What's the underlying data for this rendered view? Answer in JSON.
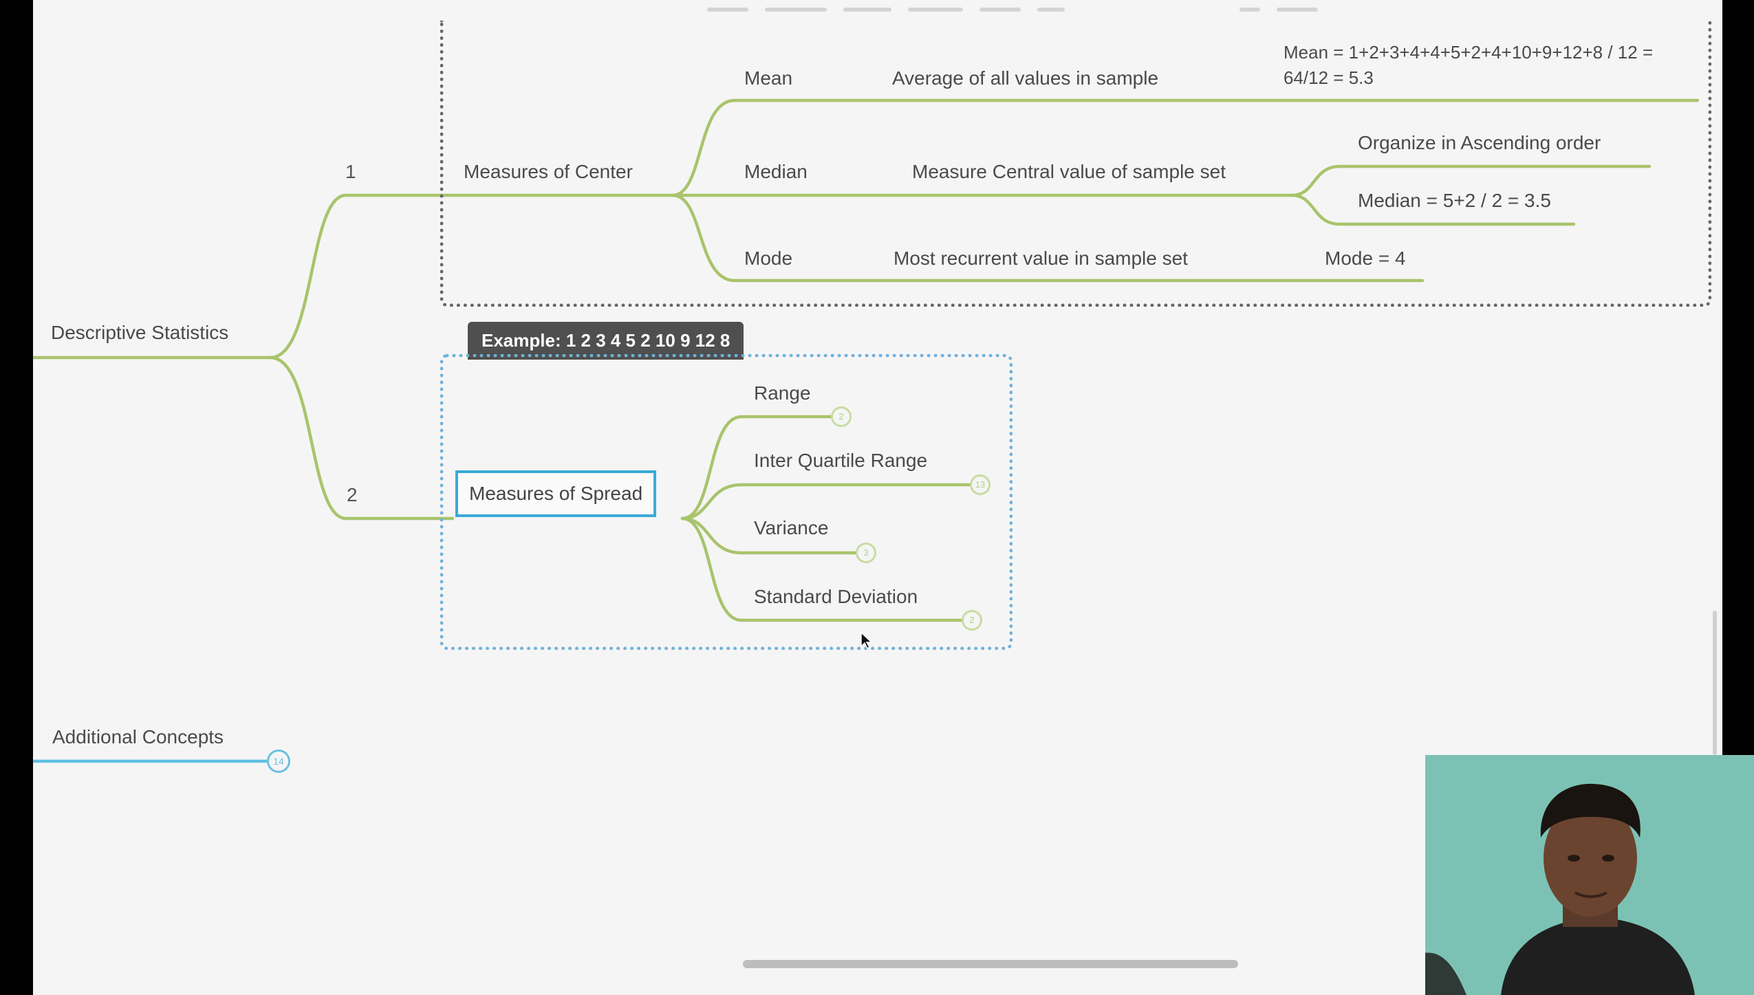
{
  "mindmap": {
    "root": {
      "descriptive_statistics": "Descriptive Statistics",
      "additional_concepts": "Additional Concepts",
      "additional_count": "14"
    },
    "branch_numbers": {
      "one": "1",
      "two": "2"
    },
    "center": {
      "title": "Measures of Center",
      "mean": {
        "label": "Mean",
        "desc": "Average of all values in sample",
        "calc_line1": "Mean = 1+2+3+4+4+5+2+4+10+9+12+8 /  12 =",
        "calc_line2": "64/12 = 5.3"
      },
      "median": {
        "label": "Median",
        "desc": "Measure Central value of sample set",
        "step1": "Organize in Ascending order",
        "step2": "Median = 5+2 / 2 = 3.5"
      },
      "mode": {
        "label": "Mode",
        "desc": "Most recurrent value in sample set",
        "result": "Mode = 4"
      }
    },
    "spread": {
      "tag": "Example: 1 2 3 4 5 2 10 9 12 8",
      "title": "Measures of Spread",
      "items": [
        {
          "label": "Range",
          "count": "2"
        },
        {
          "label": "Inter Quartile Range",
          "count": "13"
        },
        {
          "label": "Variance",
          "count": "3"
        },
        {
          "label": "Standard Deviation",
          "count": "2"
        }
      ]
    }
  },
  "colors": {
    "branch_green": "#a9c46c",
    "branch_blue": "#5ec0e2",
    "selection_blue": "#3aaad9",
    "background": "#f5f5f5"
  },
  "webcam": {
    "icon": "person-video-icon"
  }
}
